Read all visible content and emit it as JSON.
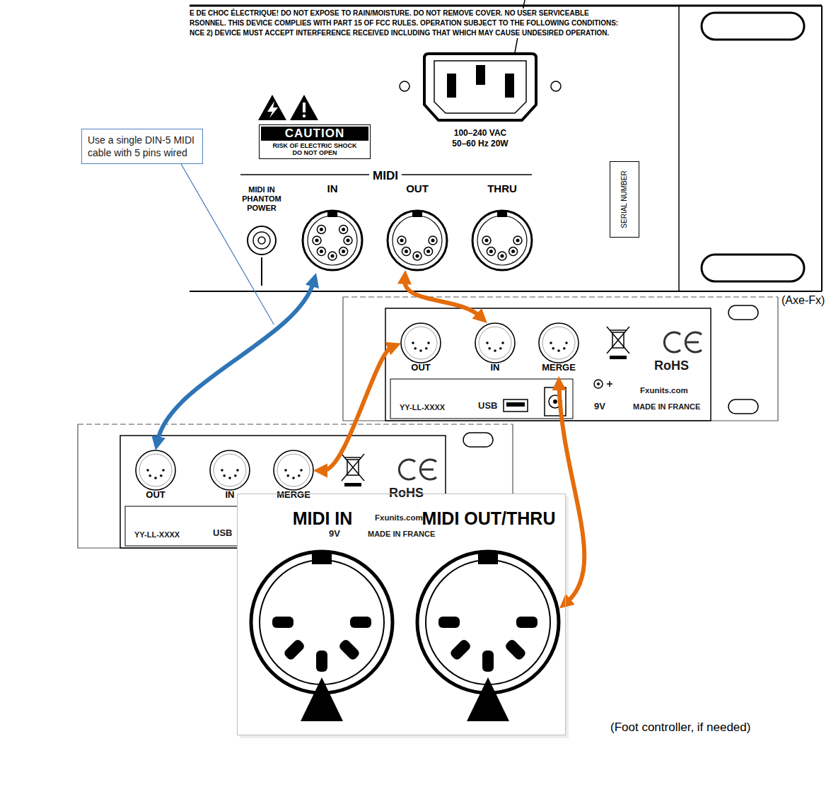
{
  "diagram": {
    "nodes": [
      {
        "text": [
          "(Axe-Fx)"
        ]
      },
      {
        "text": [
          "CAUTION",
          "RISK OF ELECTRIC SHOCK DO NOT OPEN"
        ],
        "in": 0
      },
      {
        "text": [
          "MIDI IN PHANTOM POWER"
        ],
        "in": 0
      },
      {
        "text": [
          "IN"
        ],
        "in": 0
      },
      {
        "text": [
          "OUT"
        ],
        "in": 0
      },
      {
        "text": [
          "THRU"
        ],
        "in": 0
      },
      {
        "text": [
          "SERIAL NUMBER"
        ],
        "in": 0
      },
      {
        "text": [
          "Use a single DIN-5 MIDI cable with 5 pins wired"
        ]
      },
      {
        "text": [
          "RoHS",
          "Fxunits.com",
          "YY-LL-XXXX",
          "USB",
          "9V",
          "MADE IN FRANCE"
        ]
      },
      {
        "text": [
          "OUT"
        ],
        "in": 8
      },
      {
        "text": [
          "IN"
        ],
        "in": 8
      },
      {
        "text": [
          "MERGE"
        ],
        "in": 8
      },
      {
        "text": [
          "RoHS",
          "Fxunits.com",
          "YY-LL-XXXX",
          "USB",
          "9V",
          "MADE IN FRANCE"
        ]
      },
      {
        "text": [
          "OUT"
        ],
        "in": 12
      },
      {
        "text": [
          "IN"
        ],
        "in": 12
      },
      {
        "text": [
          "MERGE"
        ],
        "in": 12
      },
      {
        "text": [
          "(Foot controller, if needed)"
        ]
      },
      {
        "text": [
          "MIDI IN"
        ],
        "in": 16
      },
      {
        "text": [
          "MIDI OUT/THRU"
        ],
        "in": 16
      }
    ],
    "edges": [
      {
        "from": 3,
        "to": 13,
        "arrow": "both"
      },
      {
        "from": 4,
        "to": 10,
        "arrow": "both"
      },
      {
        "from": 9,
        "to": 15,
        "arrow": "both"
      },
      {
        "from": 11,
        "to": 18,
        "arrow": "both"
      }
    ],
    "labels": [
      "E DE CHOC ÉLECTRIQUE! DO NOT EXPOSE TO RAIN/MOISTURE. DO NOT REMOVE COVER. NO USER SERVICEABLE",
      "RSONNEL. THIS DEVICE COMPLIES WITH PART 15 OF FCC RULES. OPERATION SUBJECT TO THE FOLLOWING CONDITIONS:",
      "NCE 2) DEVICE MUST ACCEPT INTERFERENCE RECEIVED INCLUDING THAT WHICH MAY CAUSE UNDESIRED OPERATION.",
      "MIDI",
      "100–240 VAC",
      "50–60 Hz 20W"
    ]
  }
}
